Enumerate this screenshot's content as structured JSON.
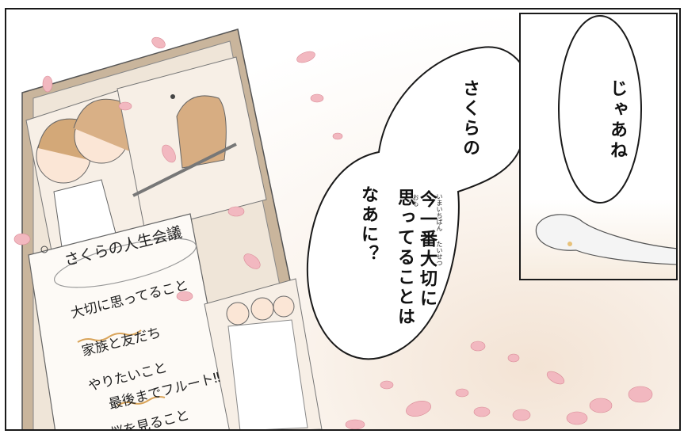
{
  "inset_bubble": {
    "text": "じゃあね"
  },
  "main_bubble": {
    "line1": "さくらの",
    "line2": "今一番大切に",
    "line3": "思ってることは",
    "line4": "なあに？",
    "ruby_imaichiban": "いまいちばん",
    "ruby_taisetsu": "たいせつ",
    "ruby_omo": "おも"
  },
  "memo": {
    "title": "さくらの人生会議",
    "item1_label": "大切に思ってること",
    "item1_value": "家族と友だち",
    "item2_label": "やりたいこと",
    "item2_value": "最後までフルート‼",
    "item3_value": "桜を見ること"
  },
  "colors": {
    "petal": "#f2b8c0",
    "board": "#efe5d8",
    "frame_wood": "#c9b59c",
    "ink": "#1a1a1a"
  }
}
